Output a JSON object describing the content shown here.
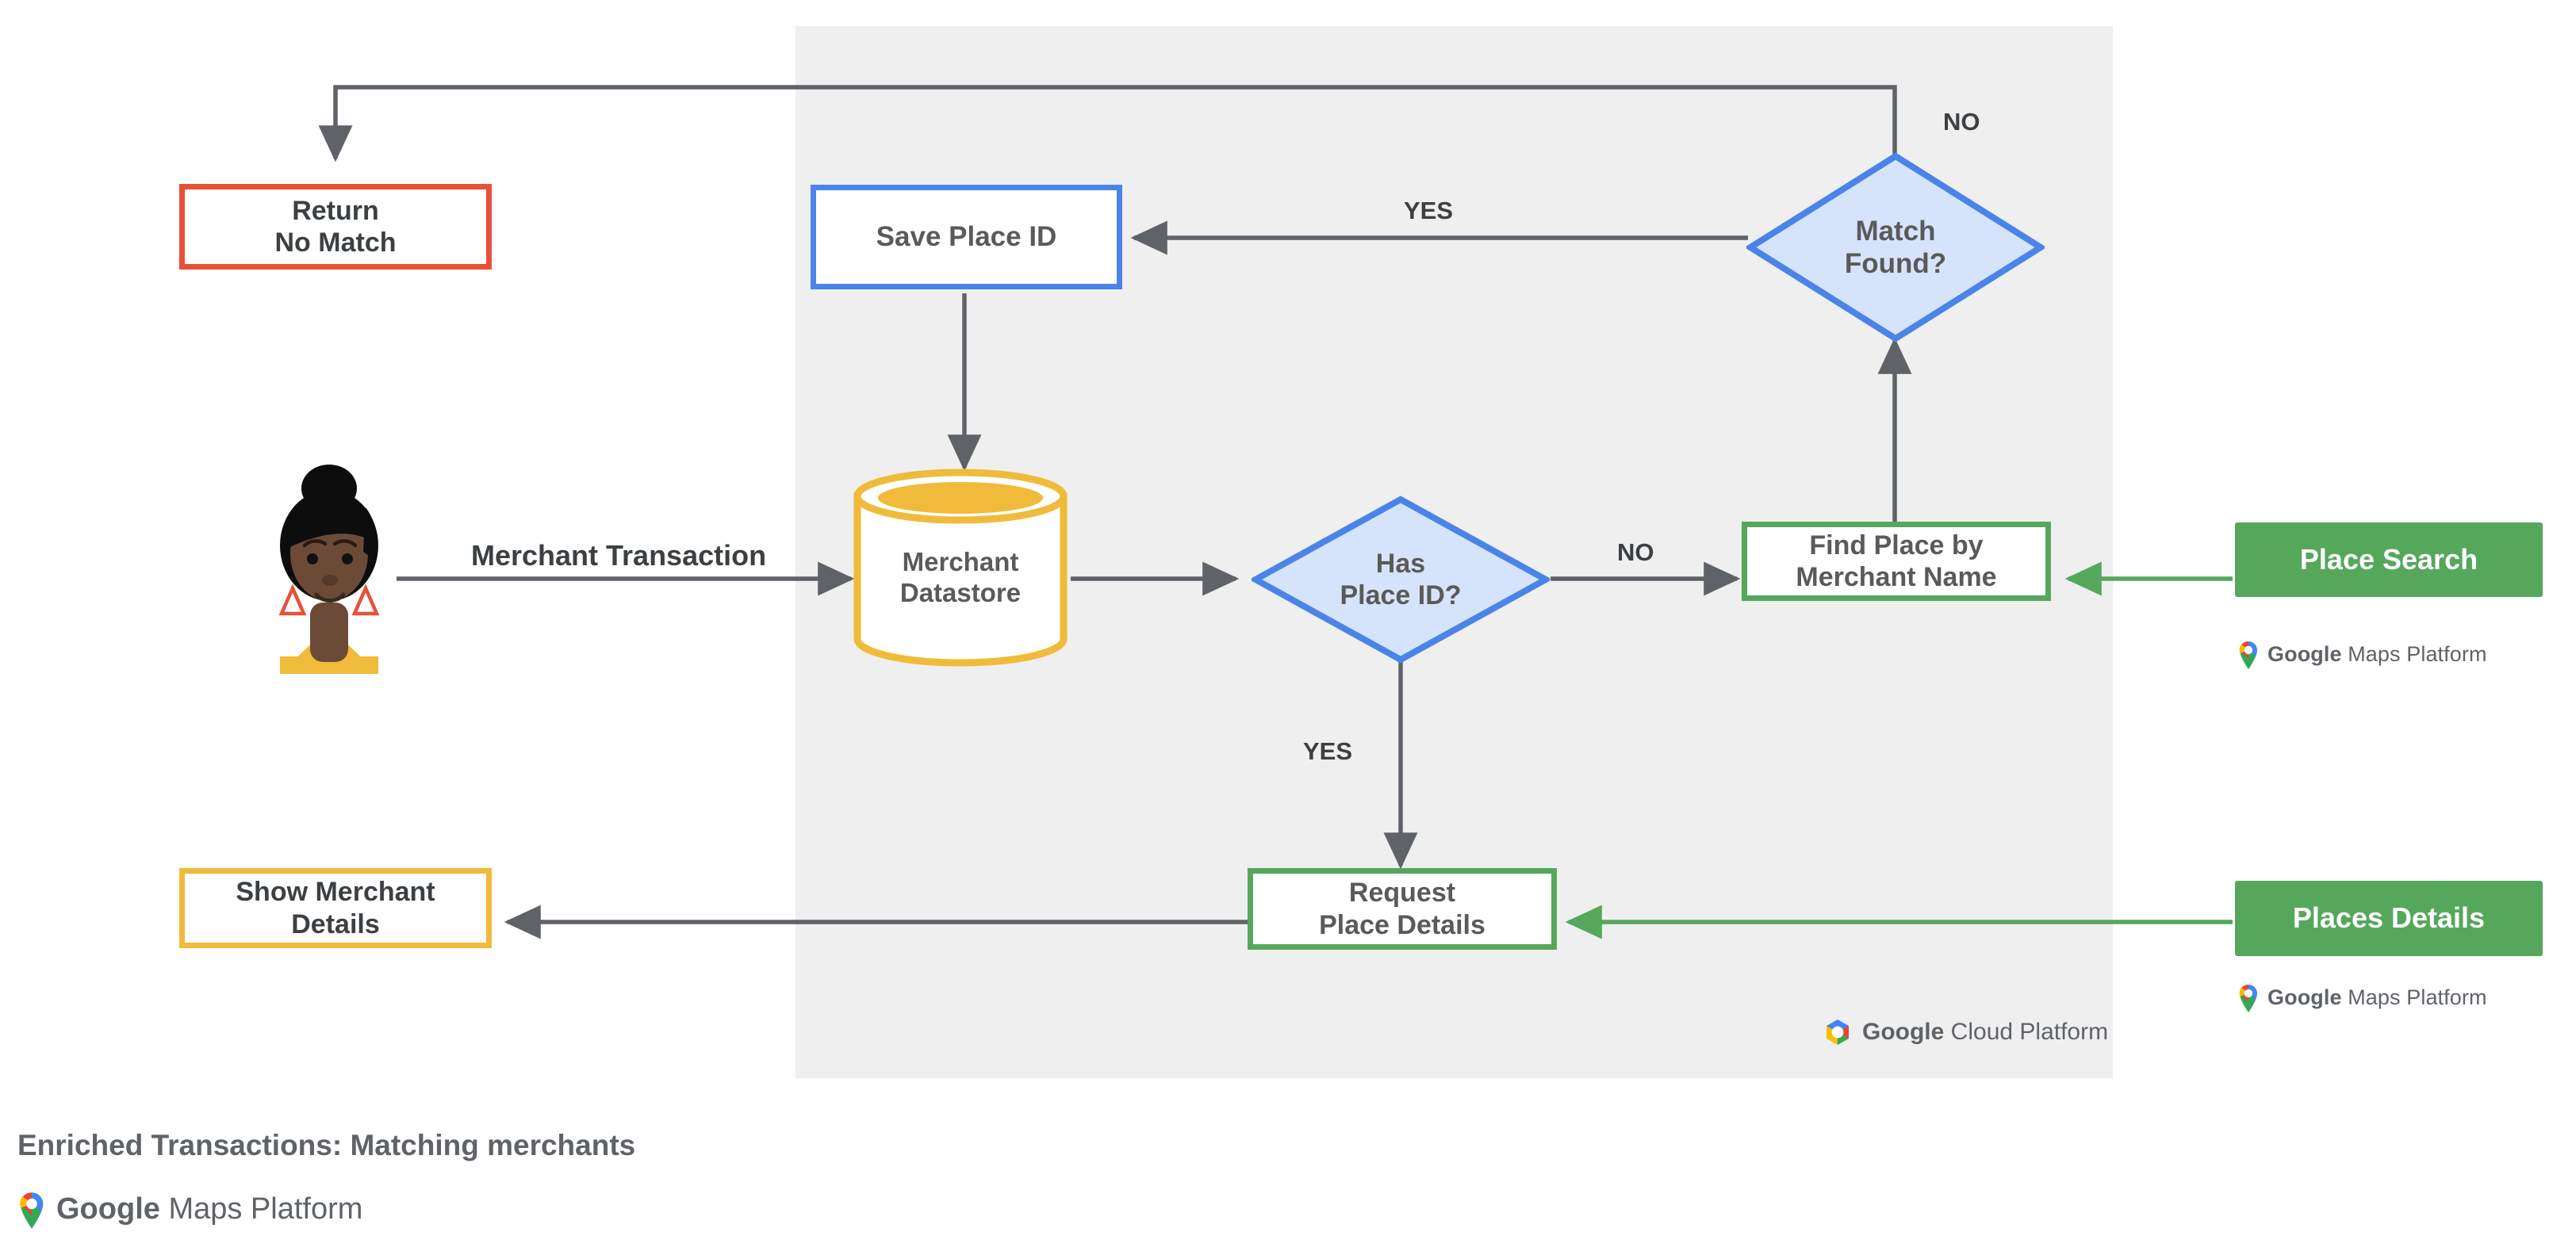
{
  "diagram": {
    "caption": "Enriched Transactions: Matching merchants",
    "panel_label": "Google Cloud Platform",
    "brand_maps": "Google Maps Platform",
    "brand_google": "Google",
    "brand_maps_suffix": "Maps Platform",
    "brand_cloud_suffix": "Cloud Platform"
  },
  "nodes": {
    "return_no_match": {
      "label": "Return\nNo Match",
      "border_color": "#e8503a",
      "shape": "rect"
    },
    "save_place_id": {
      "label": "Save Place ID",
      "border_color": "#4a84e8",
      "shape": "rect"
    },
    "match_found": {
      "label": "Match\nFound?",
      "border_color": "#4a84e8",
      "fill": "#d6e4fb",
      "shape": "diamond"
    },
    "merchant_datastore": {
      "label": "Merchant\nDatastore",
      "border_color": "#f0bb3a",
      "shape": "cylinder"
    },
    "has_place_id": {
      "label": "Has\nPlace ID?",
      "border_color": "#4a84e8",
      "fill": "#d6e4fb",
      "shape": "diamond"
    },
    "find_place_by_merchant_name": {
      "label": "Find Place by\nMerchant Name",
      "border_color": "#55a75c",
      "shape": "rect"
    },
    "place_search": {
      "label": "Place Search",
      "fill": "#55a75c",
      "text_color": "#ffffff",
      "shape": "rect"
    },
    "show_merchant_details": {
      "label": "Show Merchant\nDetails",
      "border_color": "#f0bb3a",
      "shape": "rect"
    },
    "request_place_details": {
      "label": "Request\nPlace Details",
      "border_color": "#55a75c",
      "shape": "rect"
    },
    "places_details": {
      "label": "Places Details",
      "fill": "#55a75c",
      "text_color": "#ffffff",
      "shape": "rect"
    },
    "user": {
      "label": "user-avatar",
      "shape": "illustration"
    }
  },
  "edge_labels": {
    "merchant_transaction": "Merchant Transaction",
    "match_found_no": "NO",
    "match_found_yes": "YES",
    "has_place_id_no": "NO",
    "has_place_id_yes": "YES"
  },
  "colors": {
    "panel_bg": "#efefef",
    "arrow_gray": "#5f6368",
    "green": "#55a75c",
    "blue": "#4a84e8",
    "blue_fill": "#d6e4fb",
    "yellow": "#f0bb3a",
    "red": "#e8503a",
    "text": "#5a5a5a"
  }
}
